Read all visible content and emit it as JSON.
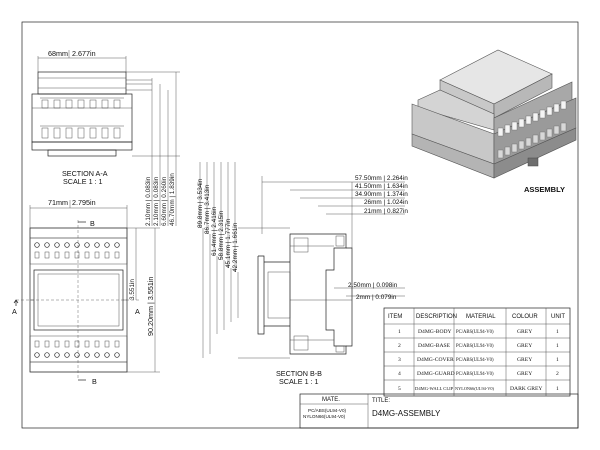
{
  "drawing": {
    "title_label": "TITLE:",
    "title_value": "D4MG-ASSEMBLY",
    "mate_label": "MATE.",
    "mate_line1": "PC/ABS(UL94-V0)",
    "mate_line2": "NYLON66(UL94-V0)",
    "assembly_label": "ASSEMBLY"
  },
  "section_aa": {
    "label_line1": "SECTION A-A",
    "label_line2": "SCALE 1 : 1",
    "dim_width": "68mm",
    "dim_width_in": "2.677in"
  },
  "section_bb": {
    "label_line1": "SECTION B-B",
    "label_line2": "SCALE 1 : 1"
  },
  "front_view": {
    "dim_width": "71mm",
    "dim_width_in": "2.795in",
    "dim_height": "90.20mm",
    "dim_height_in": "3.551in",
    "marker_a": "A",
    "marker_b": "B"
  },
  "vertical_dims": [
    {
      "mm": "2.10mm",
      "inch": "0.083in"
    },
    {
      "mm": "2.10mm",
      "inch": "0.083in"
    },
    {
      "mm": "6.60mm",
      "inch": "0.260in"
    },
    {
      "mm": "46.70mm",
      "inch": "1.839in"
    },
    {
      "mm": "89.8mm",
      "inch": "3.534in"
    },
    {
      "mm": "86.7mm",
      "inch": "3.413in"
    },
    {
      "mm": "61.4mm",
      "inch": "2.416in"
    },
    {
      "mm": "58.8mm",
      "inch": "2.315in"
    },
    {
      "mm": "45.1mm",
      "inch": "1.777in"
    },
    {
      "mm": "42.2mm",
      "inch": "1.661in"
    }
  ],
  "horizontal_dims": [
    {
      "mm": "57.50mm",
      "inch": "2.264in"
    },
    {
      "mm": "41.50mm",
      "inch": "1.634in"
    },
    {
      "mm": "34.90mm",
      "inch": "1.374in"
    },
    {
      "mm": "26mm",
      "inch": "1.024in"
    },
    {
      "mm": "21mm",
      "inch": "0.827in"
    },
    {
      "mm": "2.50mm",
      "inch": "0.098in"
    },
    {
      "mm": "2mm",
      "inch": "0.079in"
    }
  ],
  "parts_table": {
    "headers": [
      "ITEM",
      "DESCRIPTION",
      "MATERIAL",
      "COLOUR",
      "UNIT"
    ],
    "rows": [
      [
        "1",
        "D4MG-BODY",
        "PC/ABS(UL94-V0)",
        "GREY",
        "1"
      ],
      [
        "2",
        "D4MG-BASE",
        "PC/ABS(UL94-V0)",
        "GREY",
        "1"
      ],
      [
        "3",
        "D4MG-COVER",
        "PC/ABS(UL94-V0)",
        "GREY",
        "1"
      ],
      [
        "4",
        "D4MG-GUARD",
        "PC/ABS(UL94-V0)",
        "GREY",
        "2"
      ],
      [
        "5",
        "D4MG-WALL CLIP",
        "NYLON66(UL94-V0)",
        "DARK GREY",
        "1"
      ]
    ]
  },
  "colors": {
    "line": "#222222",
    "model_light": "#e6e6e6",
    "model_mid": "#c8c8c8",
    "model_dark": "#8c8c8c"
  }
}
